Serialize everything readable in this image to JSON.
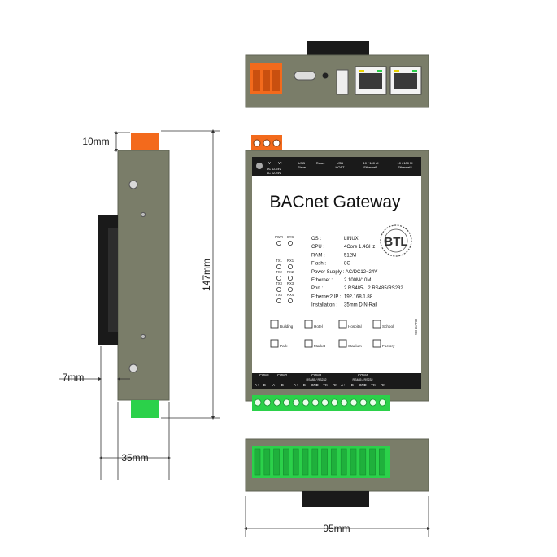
{
  "dimensions": {
    "top_tab": "10mm",
    "height": "147mm",
    "side_offset": "7mm",
    "depth": "35mm",
    "width": "95mm"
  },
  "panel": {
    "power_v_minus": "V-",
    "power_v_plus": "V+",
    "power_dc": "DC 12-24V",
    "power_ac": "AC 12-24V",
    "usb_slave": "USB\nSlave",
    "reset": "Reset",
    "usb_host": "USB\nHOST",
    "eth1": "10 / 100 M\nEthernet1",
    "eth2": "10 / 100 M\nEthernet2",
    "title": "BACnet Gateway",
    "leds": [
      "PWR",
      "SYS"
    ],
    "led_pairs": [
      [
        "TX1",
        "RX1"
      ],
      [
        "TX2",
        "RX2"
      ],
      [
        "TX3",
        "RX3"
      ],
      [
        "TX4",
        "RX4"
      ]
    ],
    "specs": [
      {
        "label": "OS :",
        "value": "LINUX"
      },
      {
        "label": "CPU :",
        "value": "4Core 1.4GHz"
      },
      {
        "label": "RAM :",
        "value": "512M"
      },
      {
        "label": "Flash :",
        "value": "8G"
      },
      {
        "label": "Power Supply : AC/DC12~24V",
        "value": ""
      },
      {
        "label": "Ethernet :",
        "value": "2 100M/10M"
      },
      {
        "label": "Port :",
        "value": "2 RS485、2 RS485/RS232"
      },
      {
        "label": "Ethernet2 IP :",
        "value": "192.168.1.88"
      },
      {
        "label": "Installation :",
        "value": "35mm DIN-Rail"
      }
    ],
    "btl_logo": "BTL",
    "sd_card": "SD CARD",
    "apps": [
      "Building",
      "Hotel",
      "Hospital",
      "School",
      "Park",
      "Market",
      "Stadium",
      "Factory"
    ],
    "com1": "COM1",
    "com2": "COM2",
    "com3": "COM3",
    "com3_sub": "RS485 / RS232",
    "com4": "COM4",
    "com4_sub": "RS485 / RS232",
    "pins": [
      "A+",
      "B-",
      "A+",
      "B-",
      "A+",
      "B-",
      "GND",
      "TX",
      "RX",
      "A+",
      "B-",
      "GND",
      "TX",
      "RX"
    ]
  },
  "colors": {
    "body": "#7a7d69",
    "body_dark": "#5f6253",
    "label": "#ffffff",
    "orange": "#f36a1c",
    "green": "#2bd14a",
    "black": "#1a1a1a"
  }
}
